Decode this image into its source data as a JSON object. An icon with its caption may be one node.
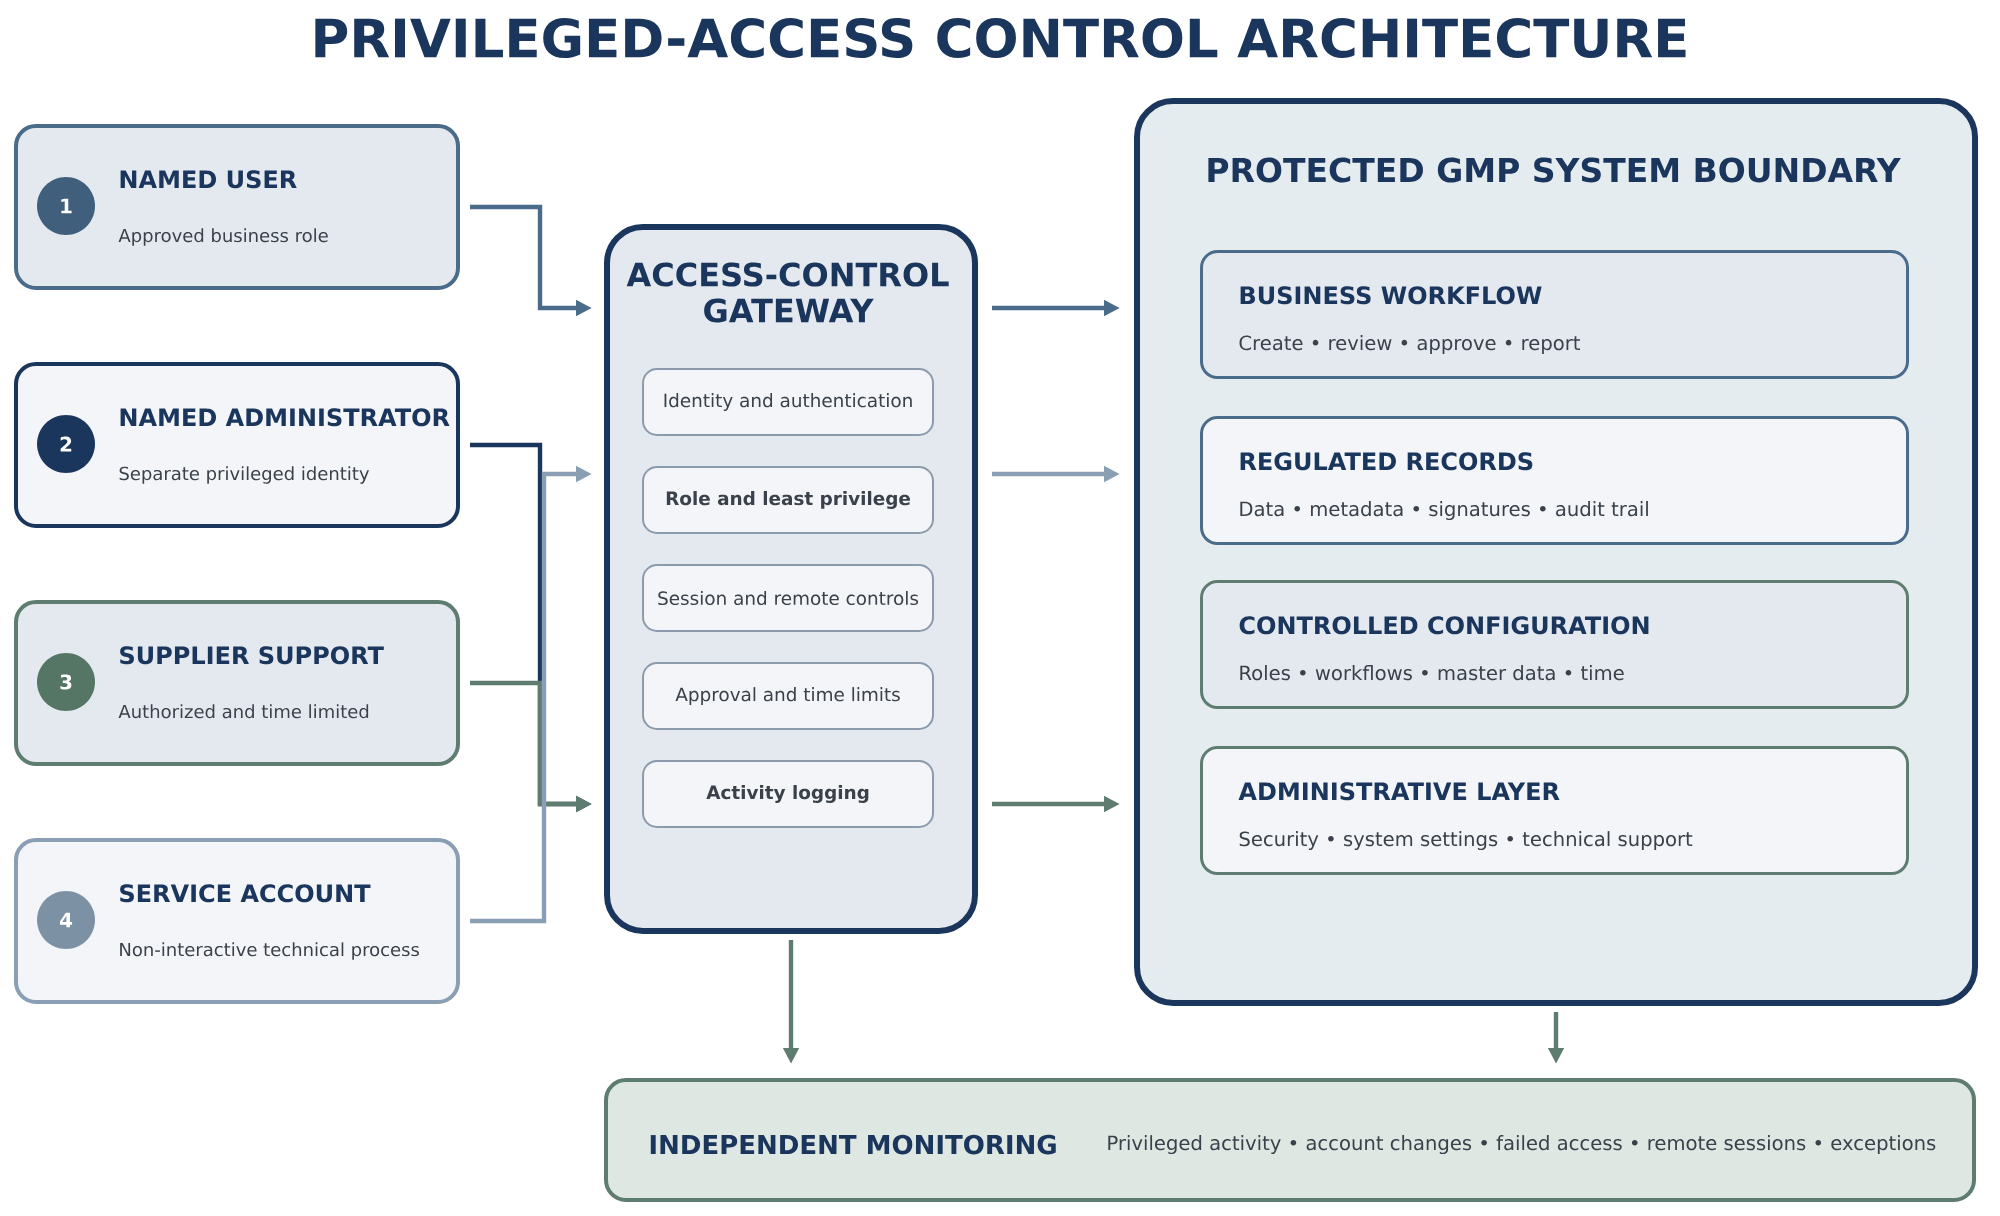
{
  "diagram": {
    "title": "PRIVILEGED-ACCESS CONTROL ARCHITECTURE",
    "nodes": [
      {
        "text": [
          "NAMED USER",
          "Approved business role"
        ]
      },
      {
        "text": [
          "1"
        ],
        "in": 0
      },
      {
        "text": [
          "NAMED ADMINISTRATOR",
          "Separate privileged identity"
        ]
      },
      {
        "text": [
          "2"
        ],
        "in": 2
      },
      {
        "text": [
          "SUPPLIER SUPPORT",
          "Authorized and time limited"
        ]
      },
      {
        "text": [
          "3"
        ],
        "in": 4
      },
      {
        "text": [
          "SERVICE ACCOUNT",
          "Non-interactive technical process"
        ]
      },
      {
        "text": [
          "4"
        ],
        "in": 6
      },
      {
        "text": [
          "ACCESS-CONTROL GATEWAY"
        ]
      },
      {
        "text": [
          "Identity and authentication"
        ],
        "in": 8
      },
      {
        "text": [
          "Role and least privilege"
        ],
        "in": 8
      },
      {
        "text": [
          "Session and remote controls"
        ],
        "in": 8
      },
      {
        "text": [
          "Approval and time limits"
        ],
        "in": 8
      },
      {
        "text": [
          "Activity logging"
        ],
        "in": 8
      },
      {
        "text": [
          "PROTECTED GMP SYSTEM BOUNDARY"
        ]
      },
      {
        "text": [
          "BUSINESS WORKFLOW",
          "Create • review • approve • report"
        ],
        "in": 14
      },
      {
        "text": [
          "REGULATED RECORDS",
          "Data • metadata • signatures • audit trail"
        ],
        "in": 14
      },
      {
        "text": [
          "CONTROLLED CONFIGURATION",
          "Roles • workflows • master data • time"
        ],
        "in": 14
      },
      {
        "text": [
          "ADMINISTRATIVE LAYER",
          "Security • system settings • technical support"
        ],
        "in": 14
      },
      {
        "text": [
          "INDEPENDENT MONITORING",
          "Privileged activity • account changes • failed access • remote sessions • exceptions"
        ]
      }
    ],
    "edges": [
      {
        "from": 0,
        "to": 8,
        "arrow": "to",
        "color": "#4a6b8a"
      },
      {
        "from": 2,
        "to": 8,
        "arrow": "to",
        "color": "#1b365d"
      },
      {
        "from": 4,
        "to": 8,
        "arrow": "to"
      },
      {
        "from": 6,
        "to": 8,
        "arrow": "to",
        "color": "#8a9fb3"
      },
      {
        "from": 8,
        "to": 14,
        "arrow": "to",
        "color": "#4a6b8a"
      },
      {
        "from": 8,
        "to": 14,
        "arrow": "to",
        "color": "#8a9fb3"
      },
      {
        "from": 8,
        "to": 14,
        "arrow": "to"
      },
      {
        "from": 8,
        "to": 19,
        "arrow": "to"
      },
      {
        "from": 14,
        "to": 19,
        "arrow": "to"
      }
    ]
  }
}
